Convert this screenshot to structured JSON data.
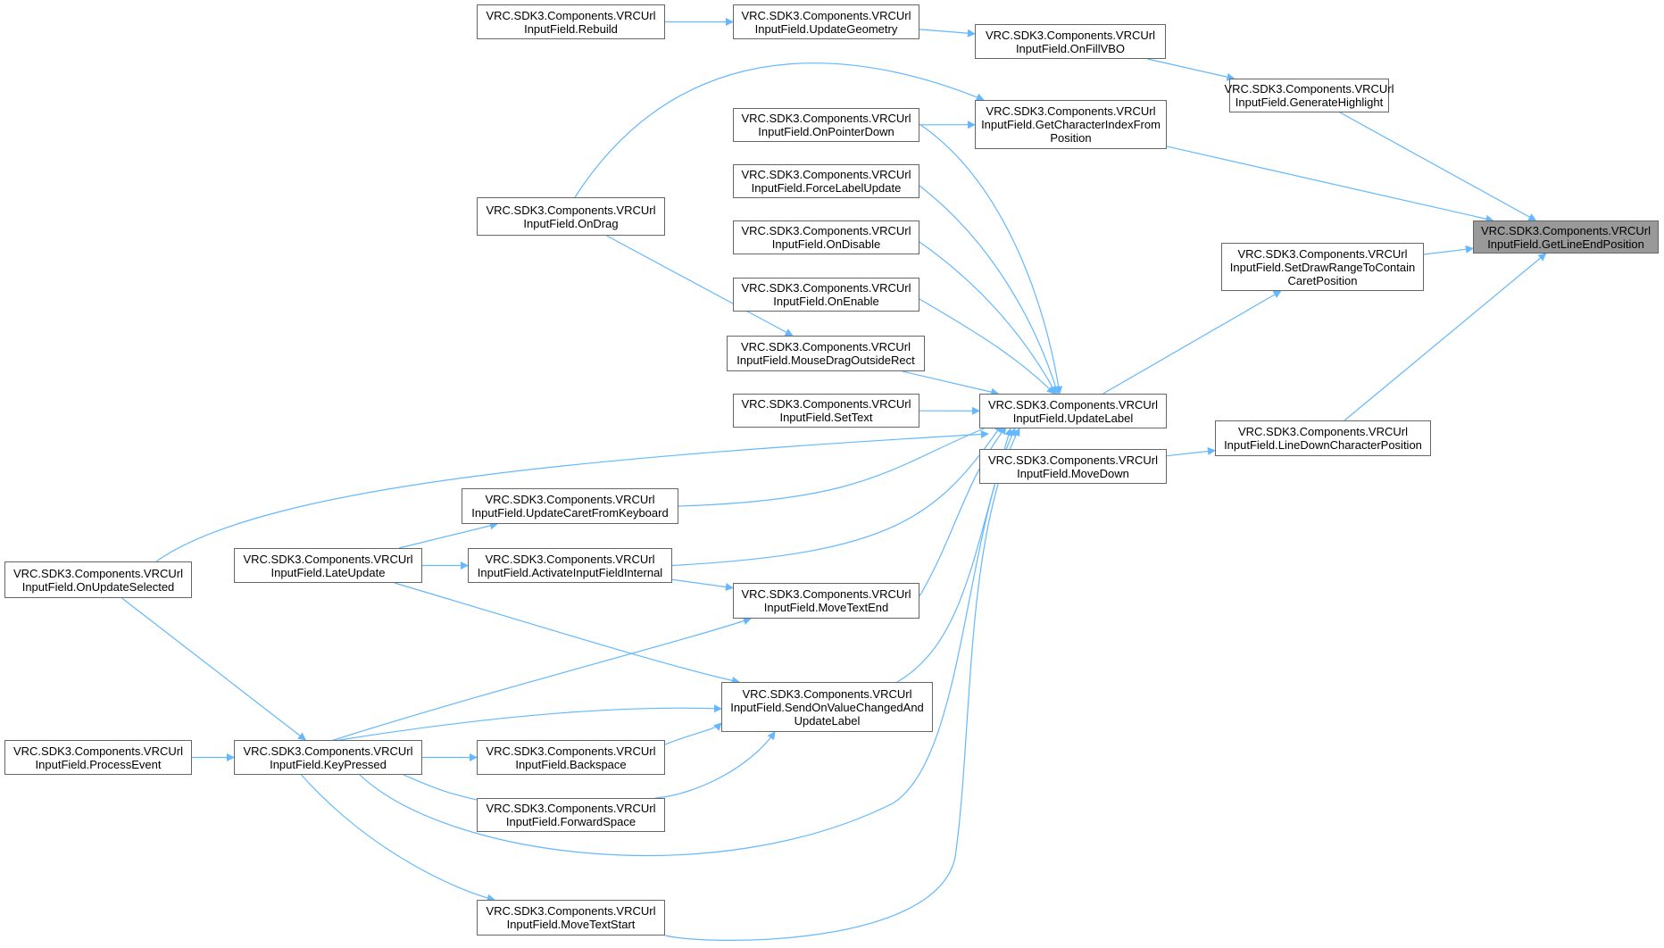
{
  "graph": {
    "edge_color": "#63b8ff",
    "focus_fill": "#999999",
    "node_border": "#666666",
    "nodes": [
      {
        "id": "getlineend",
        "lines": [
          "VRC.SDK3.Components.VRCUrl",
          "InputField.GetLineEndPosition"
        ],
        "focus": true
      },
      {
        "id": "generatehighlight",
        "lines": [
          "VRC.SDK3.Components.VRCUrl",
          "InputField.GenerateHighlight"
        ]
      },
      {
        "id": "onfillvbo",
        "lines": [
          "VRC.SDK3.Components.VRCUrl",
          "InputField.OnFillVBO"
        ]
      },
      {
        "id": "updategeometry",
        "lines": [
          "VRC.SDK3.Components.VRCUrl",
          "InputField.UpdateGeometry"
        ]
      },
      {
        "id": "rebuild",
        "lines": [
          "VRC.SDK3.Components.VRCUrl",
          "InputField.Rebuild"
        ]
      },
      {
        "id": "getcharindex",
        "lines": [
          "VRC.SDK3.Components.VRCUrl",
          "InputField.GetCharacterIndexFrom",
          "Position"
        ]
      },
      {
        "id": "onpointerdown",
        "lines": [
          "VRC.SDK3.Components.VRCUrl",
          "InputField.OnPointerDown"
        ]
      },
      {
        "id": "forcelabelupdate",
        "lines": [
          "VRC.SDK3.Components.VRCUrl",
          "InputField.ForceLabelUpdate"
        ]
      },
      {
        "id": "ondisable",
        "lines": [
          "VRC.SDK3.Components.VRCUrl",
          "InputField.OnDisable"
        ]
      },
      {
        "id": "onenable",
        "lines": [
          "VRC.SDK3.Components.VRCUrl",
          "InputField.OnEnable"
        ]
      },
      {
        "id": "ondrag",
        "lines": [
          "VRC.SDK3.Components.VRCUrl",
          "InputField.OnDrag"
        ]
      },
      {
        "id": "mousedrag",
        "lines": [
          "VRC.SDK3.Components.VRCUrl",
          "InputField.MouseDragOutsideRect"
        ]
      },
      {
        "id": "settext",
        "lines": [
          "VRC.SDK3.Components.VRCUrl",
          "InputField.SetText"
        ]
      },
      {
        "id": "updatelabel",
        "lines": [
          "VRC.SDK3.Components.VRCUrl",
          "InputField.UpdateLabel"
        ]
      },
      {
        "id": "setdrawrange",
        "lines": [
          "VRC.SDK3.Components.VRCUrl",
          "InputField.SetDrawRangeToContain",
          "CaretPosition"
        ]
      },
      {
        "id": "linedown",
        "lines": [
          "VRC.SDK3.Components.VRCUrl",
          "InputField.LineDownCharacterPosition"
        ]
      },
      {
        "id": "movedown",
        "lines": [
          "VRC.SDK3.Components.VRCUrl",
          "InputField.MoveDown"
        ]
      },
      {
        "id": "updatecaret",
        "lines": [
          "VRC.SDK3.Components.VRCUrl",
          "InputField.UpdateCaretFromKeyboard"
        ]
      },
      {
        "id": "lateupdate",
        "lines": [
          "VRC.SDK3.Components.VRCUrl",
          "InputField.LateUpdate"
        ]
      },
      {
        "id": "activate",
        "lines": [
          "VRC.SDK3.Components.VRCUrl",
          "InputField.ActivateInputFieldInternal"
        ]
      },
      {
        "id": "onupdateselected",
        "lines": [
          "VRC.SDK3.Components.VRCUrl",
          "InputField.OnUpdateSelected"
        ]
      },
      {
        "id": "movetextend",
        "lines": [
          "VRC.SDK3.Components.VRCUrl",
          "InputField.MoveTextEnd"
        ]
      },
      {
        "id": "sendonvalue",
        "lines": [
          "VRC.SDK3.Components.VRCUrl",
          "InputField.SendOnValueChangedAnd",
          "UpdateLabel"
        ]
      },
      {
        "id": "processevent",
        "lines": [
          "VRC.SDK3.Components.VRCUrl",
          "InputField.ProcessEvent"
        ]
      },
      {
        "id": "keypressed",
        "lines": [
          "VRC.SDK3.Components.VRCUrl",
          "InputField.KeyPressed"
        ]
      },
      {
        "id": "backspace",
        "lines": [
          "VRC.SDK3.Components.VRCUrl",
          "InputField.Backspace"
        ]
      },
      {
        "id": "forwardspace",
        "lines": [
          "VRC.SDK3.Components.VRCUrl",
          "InputField.ForwardSpace"
        ]
      },
      {
        "id": "movetextstart",
        "lines": [
          "VRC.SDK3.Components.VRCUrl",
          "InputField.MoveTextStart"
        ]
      }
    ],
    "edges": [
      {
        "from": "generatehighlight",
        "to": "getlineend"
      },
      {
        "from": "onfillvbo",
        "to": "generatehighlight"
      },
      {
        "from": "updategeometry",
        "to": "onfillvbo"
      },
      {
        "from": "rebuild",
        "to": "updategeometry"
      },
      {
        "from": "getcharindex",
        "to": "getlineend"
      },
      {
        "from": "onpointerdown",
        "to": "getcharindex"
      },
      {
        "from": "ondrag",
        "to": "getcharindex"
      },
      {
        "from": "setdrawrange",
        "to": "getlineend"
      },
      {
        "from": "updatelabel",
        "to": "setdrawrange"
      },
      {
        "from": "linedown",
        "to": "getlineend"
      },
      {
        "from": "movedown",
        "to": "linedown"
      },
      {
        "from": "onpointerdown",
        "to": "updatelabel"
      },
      {
        "from": "forcelabelupdate",
        "to": "updatelabel"
      },
      {
        "from": "ondisable",
        "to": "updatelabel"
      },
      {
        "from": "onenable",
        "to": "updatelabel"
      },
      {
        "from": "mousedrag",
        "to": "updatelabel"
      },
      {
        "from": "settext",
        "to": "updatelabel"
      },
      {
        "from": "onupdateselected",
        "to": "updatelabel"
      },
      {
        "from": "updatecaret",
        "to": "updatelabel"
      },
      {
        "from": "activate",
        "to": "updatelabel"
      },
      {
        "from": "movetextend",
        "to": "updatelabel"
      },
      {
        "from": "sendonvalue",
        "to": "updatelabel"
      },
      {
        "from": "keypressed",
        "to": "updatelabel"
      },
      {
        "from": "movetextstart",
        "to": "updatelabel"
      },
      {
        "from": "ondrag",
        "to": "mousedrag"
      },
      {
        "from": "lateupdate",
        "to": "updatecaret"
      },
      {
        "from": "lateupdate",
        "to": "activate"
      },
      {
        "from": "activate",
        "to": "movetextend"
      },
      {
        "from": "lateupdate",
        "to": "sendonvalue"
      },
      {
        "from": "onupdateselected",
        "to": "keypressed"
      },
      {
        "from": "processevent",
        "to": "keypressed"
      },
      {
        "from": "keypressed",
        "to": "movetextend"
      },
      {
        "from": "keypressed",
        "to": "sendonvalue"
      },
      {
        "from": "keypressed",
        "to": "backspace"
      },
      {
        "from": "keypressed",
        "to": "forwardspace"
      },
      {
        "from": "keypressed",
        "to": "movetextstart"
      },
      {
        "from": "backspace",
        "to": "sendonvalue"
      },
      {
        "from": "forwardspace",
        "to": "sendonvalue"
      }
    ]
  }
}
